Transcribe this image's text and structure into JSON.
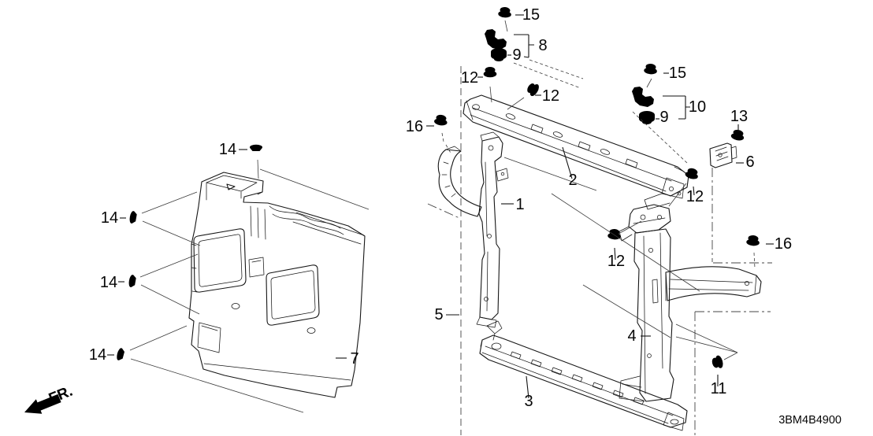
{
  "diagram": {
    "drawing_code": "3BM4B4900",
    "direction_label": "FR.",
    "callouts": [
      {
        "id": "15-upper",
        "label": "15"
      },
      {
        "id": "8",
        "label": "8"
      },
      {
        "id": "9-upper",
        "label": "9"
      },
      {
        "id": "12-upper-left",
        "label": "12"
      },
      {
        "id": "12-upper-mid",
        "label": "12"
      },
      {
        "id": "15-right",
        "label": "15"
      },
      {
        "id": "10",
        "label": "10"
      },
      {
        "id": "9-right",
        "label": "9"
      },
      {
        "id": "13",
        "label": "13"
      },
      {
        "id": "6",
        "label": "6"
      },
      {
        "id": "16-left",
        "label": "16"
      },
      {
        "id": "14-top",
        "label": "14"
      },
      {
        "id": "2",
        "label": "2"
      },
      {
        "id": "12-right",
        "label": "12"
      },
      {
        "id": "1",
        "label": "1"
      },
      {
        "id": "14-left-upper",
        "label": "14"
      },
      {
        "id": "14-left-lower",
        "label": "14"
      },
      {
        "id": "16-right",
        "label": "16"
      },
      {
        "id": "12-lower-mid",
        "label": "12"
      },
      {
        "id": "5",
        "label": "5"
      },
      {
        "id": "4",
        "label": "4"
      },
      {
        "id": "14-bottom-left",
        "label": "14"
      },
      {
        "id": "7",
        "label": "7"
      },
      {
        "id": "3",
        "label": "3"
      },
      {
        "id": "11",
        "label": "11"
      }
    ]
  }
}
